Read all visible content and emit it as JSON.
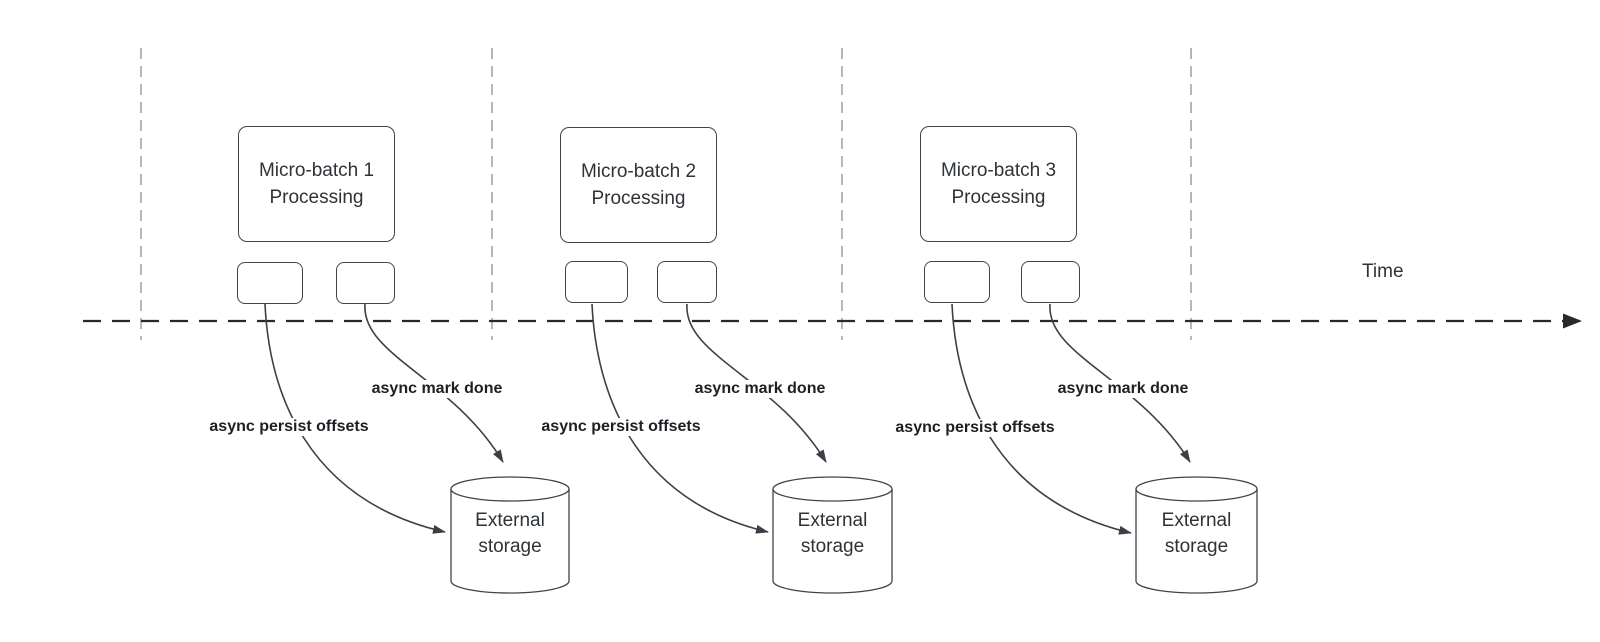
{
  "diagram": {
    "time_axis_label": "Time",
    "batches": [
      {
        "title_line1": "Micro-batch 1",
        "title_line2": "Processing",
        "persist_arrow_label": "async persist offsets",
        "mark_arrow_label": "async mark done",
        "storage_line1": "External",
        "storage_line2": "storage"
      },
      {
        "title_line1": "Micro-batch 2",
        "title_line2": "Processing",
        "persist_arrow_label": "async persist offsets",
        "mark_arrow_label": "async mark done",
        "storage_line1": "External",
        "storage_line2": "storage"
      },
      {
        "title_line1": "Micro-batch 3",
        "title_line2": "Processing",
        "persist_arrow_label": "async persist offsets",
        "mark_arrow_label": "async mark done",
        "storage_line1": "External",
        "storage_line2": "storage"
      }
    ]
  },
  "colors": {
    "background": "#ffffff",
    "shape_stroke": "#3f444a",
    "shape_text": "#2e3338",
    "edge_stroke": "#3a4046",
    "edge_label_text": "#1c2024",
    "timeline_stroke": "#26292e",
    "gridline_stroke": "#9aa0a8"
  }
}
